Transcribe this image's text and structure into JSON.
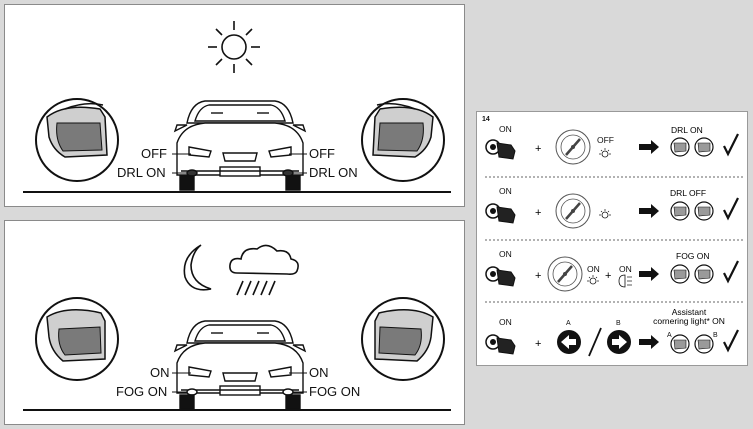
{
  "scene_day": {
    "left_label_top": "OFF",
    "left_label_bottom": "DRL ON",
    "right_label_top": "OFF",
    "right_label_bottom": "DRL ON"
  },
  "scene_night": {
    "left_label_top": "ON",
    "left_label_bottom": "FOG ON",
    "right_label_top": "ON",
    "right_label_bottom": "FOG ON"
  },
  "table": {
    "figure_number": "14",
    "rows": [
      {
        "key_label": "ON",
        "switch_label": "OFF",
        "extra_label": "",
        "result_label": "DRL ON"
      },
      {
        "key_label": "ON",
        "switch_label": "",
        "extra_label": "",
        "result_label": "DRL OFF"
      },
      {
        "key_label": "ON",
        "switch_label": "ON",
        "extra_label": "ON",
        "result_label": "FOG ON"
      },
      {
        "key_label": "ON",
        "switch_label": "",
        "extra_label": "",
        "result_label": "Assistant cornering light* ON",
        "arrow_a": "A",
        "arrow_b": "B",
        "lamp_a": "A",
        "lamp_b": "B"
      }
    ]
  }
}
